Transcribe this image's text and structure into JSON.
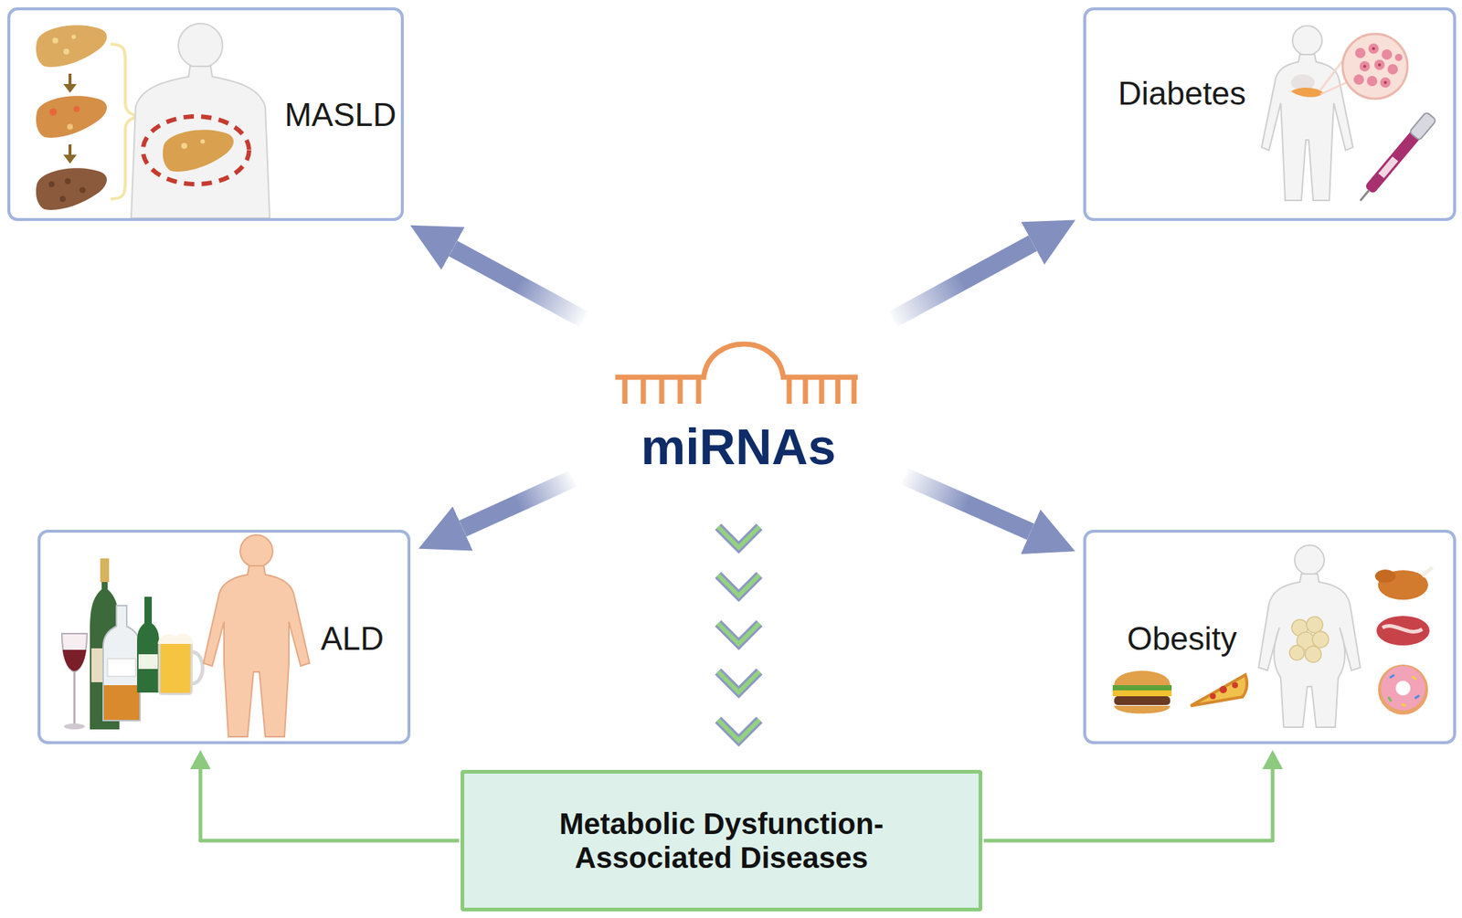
{
  "diagram": {
    "nodes": [
      {
        "text": [
          "MASLD"
        ]
      },
      {
        "text": [
          "Diabetes"
        ]
      },
      {
        "text": [
          "miRNAs"
        ]
      },
      {
        "text": [
          "ALD"
        ]
      },
      {
        "text": [
          "Obesity"
        ]
      },
      {
        "text": [
          "Metabolic Dysfunction- Associated Diseases"
        ]
      }
    ],
    "edges": [
      {
        "from": 2,
        "to": 0,
        "arrow": "to"
      },
      {
        "from": 2,
        "to": 1,
        "arrow": "to"
      },
      {
        "from": 2,
        "to": 3,
        "arrow": "to"
      },
      {
        "from": 2,
        "to": 4,
        "arrow": "to"
      },
      {
        "from": 2,
        "to": 5,
        "arrow": "to"
      },
      {
        "from": 5,
        "to": 3,
        "arrow": "to"
      },
      {
        "from": 5,
        "to": 4,
        "arrow": "to"
      }
    ]
  }
}
